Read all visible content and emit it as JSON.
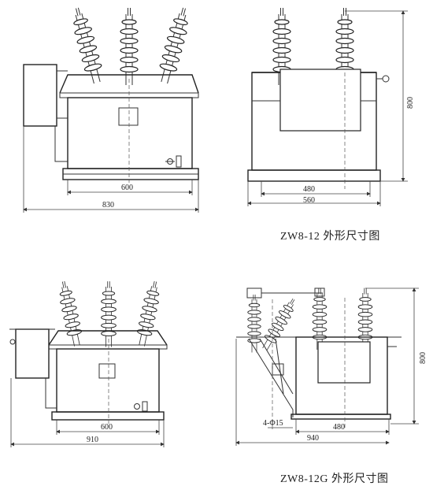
{
  "captions": {
    "top": "ZW8-12 外形尺寸图",
    "bottom": "ZW8-12G 外形尺寸图"
  },
  "dimensions": {
    "zw8_12_front_inner": "600",
    "zw8_12_front_overall": "830",
    "zw8_12_side_inner": "480",
    "zw8_12_side_overall": "560",
    "zw8_12_height": "800",
    "zw8_12g_front_inner": "600",
    "zw8_12g_front_overall": "910",
    "zw8_12g_side_inner": "480",
    "zw8_12g_side_overall": "940",
    "zw8_12g_height": "800",
    "zw8_12g_holes": "4-Φ15"
  }
}
